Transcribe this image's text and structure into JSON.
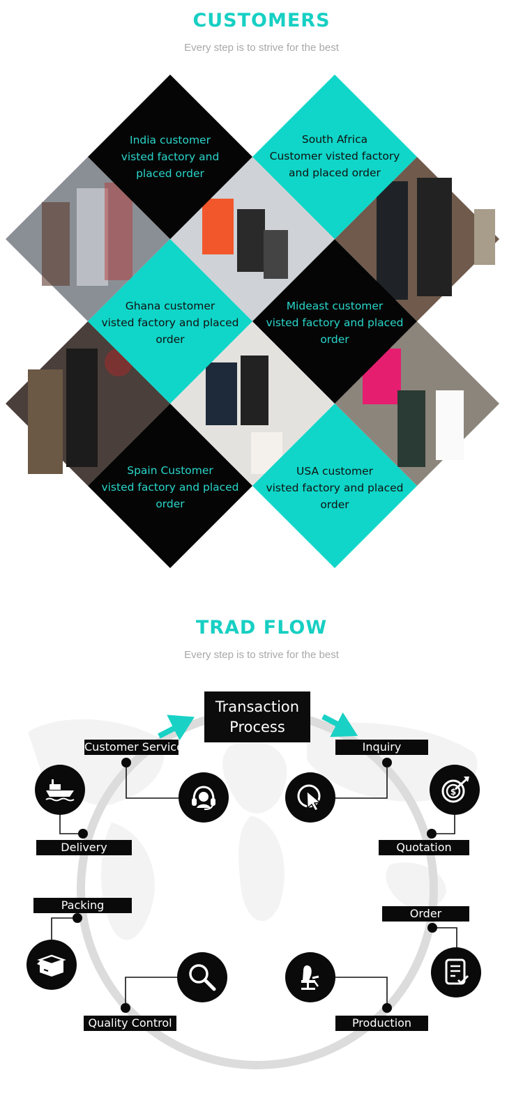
{
  "customers": {
    "title": "CUSTOMERS",
    "subtitle": "Every step is to strive for the best",
    "tiles": [
      {
        "lines": [
          "India customer",
          "visted factory and",
          "placed order"
        ],
        "style": "black"
      },
      {
        "lines": [
          "South Africa",
          "Customer visted factory",
          "and placed order"
        ],
        "style": "teal"
      },
      {
        "lines": [
          "Ghana customer",
          "visted factory and placed",
          "order"
        ],
        "style": "teal"
      },
      {
        "lines": [
          "Mideast customer",
          "visted factory and placed",
          "order"
        ],
        "style": "black"
      },
      {
        "lines": [
          "Spain Customer",
          "visted factory and placed",
          "order"
        ],
        "style": "black"
      },
      {
        "lines": [
          "USA customer",
          "visted factory and placed",
          "order"
        ],
        "style": "teal"
      }
    ]
  },
  "flow": {
    "title": "TRAD FLOW",
    "subtitle": "Every step is to strive for the best",
    "center_title": [
      "Transaction",
      "Process"
    ],
    "steps": {
      "customer_service": "Customer Service",
      "inquiry": "Inquiry",
      "delivery": "Delivery",
      "quotation": "Quotation",
      "packing": "Packing",
      "order": "Order",
      "quality_control": "Quality Control",
      "production": "Production"
    }
  },
  "colors": {
    "teal": "#0fd6c8",
    "black": "#050505",
    "grey_ring": "#dcdcdc"
  }
}
